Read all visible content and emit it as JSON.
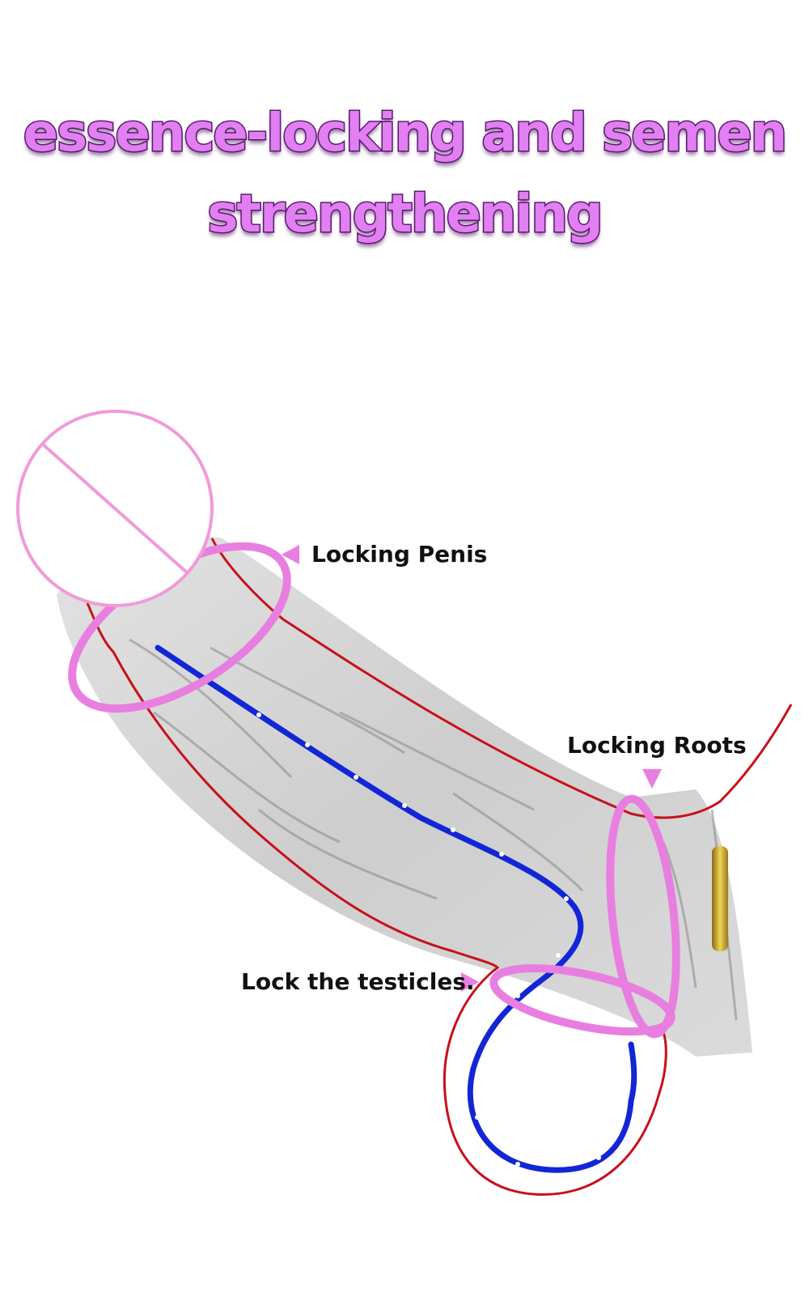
{
  "headline": {
    "line1": "essence-locking and semen",
    "line2": "strengthening"
  },
  "callouts": {
    "locking_penis": "Locking Penis",
    "locking_roots": "Locking Roots",
    "lock_testicles": "Lock the testicles."
  },
  "colors": {
    "ring": "#e87fe0",
    "outline": "#c8101a",
    "channel": "#1226d6",
    "headline_fill": "#e27ff2",
    "headline_stroke": "#5a1f6e",
    "marker_circle": "#f19ad8"
  }
}
